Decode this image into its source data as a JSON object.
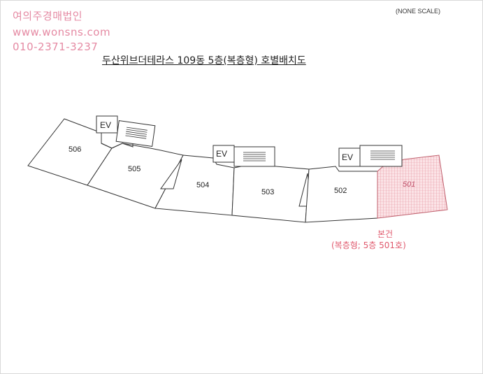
{
  "watermark": {
    "name": "여의주경매법인",
    "url": "www.wonsns.com",
    "phone": "010-2371-3237"
  },
  "scale_note": "(NONE SCALE)",
  "title": "두산위브더테라스 109동 5층(복층형) 호별배치도",
  "elevator_label": "EV",
  "units": [
    "506",
    "505",
    "504",
    "503",
    "502",
    "501"
  ],
  "highlighted_unit": "501",
  "note": {
    "line1": "본건",
    "line2": "(복층형; 5층 501호)"
  },
  "colors": {
    "watermark": "#e58aa3",
    "highlight": "#e05a6e",
    "line": "#333333"
  }
}
